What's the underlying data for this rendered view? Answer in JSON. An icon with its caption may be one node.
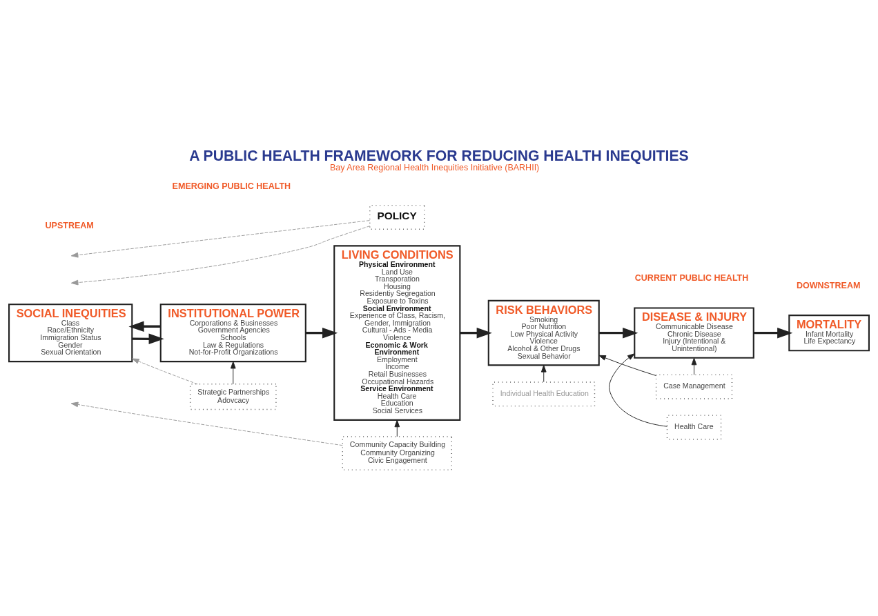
{
  "diagram": {
    "title": "A PUBLIC HEALTH FRAMEWORK FOR REDUCING HEALTH INEQUITIES",
    "caption": "Bay Area Regional Health Inequities Initiative (BARHII)",
    "nodes": [
      {
        "text": [
          "SOCIAL INEQUITIES",
          "Class",
          "Race/Ethnicity",
          "Immigration Status",
          "Gender",
          "Sexual Orientation"
        ]
      },
      {
        "text": [
          "INSTITUTIONAL POWER",
          "Corporations & Businesses",
          "Government Agencies",
          "Schools",
          "Law & Regulations",
          "Not-for-Profit Organizations"
        ]
      },
      {
        "text": [
          "LIVING CONDITIONS",
          "Physical Environment",
          "Land Use",
          "Transporation",
          "Housing",
          "Residentiy Segregation",
          "Exposure to Toxins",
          "Social Environment",
          "Experience of Class, Racism, Gender, Immigration",
          "Cultural - Ads - Media",
          "Violence",
          "Economic & Work Environment",
          "Employment",
          "Income",
          "Retail Businesses",
          "Occupational Hazards",
          "Service Environment",
          "Health Care",
          "Education",
          "Social Services"
        ]
      },
      {
        "text": [
          "RISK BEHAVIORS",
          "Smoking",
          "Poor Nutrition",
          "Low Physical Activity",
          "Violence",
          "Alcohol & Other Drugs",
          "Sexual Behavior"
        ]
      },
      {
        "text": [
          "DISEASE & INJURY",
          "Communicable Disease",
          "Chronic Disease",
          "Injury (Intentional & Unintentional)"
        ]
      },
      {
        "text": [
          "MORTALITY",
          "Infant Mortality",
          "Life Expectancy"
        ]
      },
      {
        "text": [
          "Strategic Partnerships",
          "Adovcacy"
        ]
      },
      {
        "text": [
          "Community Capacity Building",
          "Community Organizing",
          "Civic Engagement"
        ]
      },
      {
        "text": [
          "Individual Health Education"
        ]
      },
      {
        "text": [
          "Case Management"
        ]
      },
      {
        "text": [
          "Health Care"
        ]
      },
      {
        "text": [
          "POLICY"
        ]
      }
    ],
    "edges": [
      {
        "from": 0,
        "to": 1,
        "arrow": "to",
        "style": "thick"
      },
      {
        "from": 1,
        "to": 0,
        "arrow": "to",
        "style": "thick"
      },
      {
        "from": 1,
        "to": 2,
        "arrow": "to",
        "style": "thick"
      },
      {
        "from": 2,
        "to": 3,
        "arrow": "to",
        "style": "thick"
      },
      {
        "from": 3,
        "to": 4,
        "arrow": "to",
        "style": "thick"
      },
      {
        "from": 4,
        "to": 5,
        "arrow": "to",
        "style": "thick"
      },
      {
        "from": 6,
        "to": 1,
        "arrow": "to"
      },
      {
        "from": 6,
        "to": 0,
        "arrow": "to",
        "style": "dashed",
        "color": "#999999"
      },
      {
        "from": 7,
        "to": 2,
        "arrow": "to"
      },
      {
        "from": 7,
        "to": null,
        "arrow": "to",
        "style": "dashed",
        "color": "#999999"
      },
      {
        "from": 8,
        "to": 3,
        "arrow": "to"
      },
      {
        "from": 9,
        "to": 3,
        "arrow": "to"
      },
      {
        "from": 9,
        "to": 4,
        "arrow": "to"
      },
      {
        "from": 10,
        "to": 4,
        "arrow": "to"
      },
      {
        "from": 11,
        "to": null,
        "arrow": "to",
        "style": "dashed",
        "color": "#999999"
      },
      {
        "from": 11,
        "to": null,
        "arrow": "to",
        "style": "dashed",
        "color": "#999999"
      }
    ],
    "labels": [
      "UPSTREAM",
      "DOWNSTREAM",
      "EMERGING PUBLIC HEALTH",
      "CURRENT PUBLIC HEALTH"
    ]
  }
}
